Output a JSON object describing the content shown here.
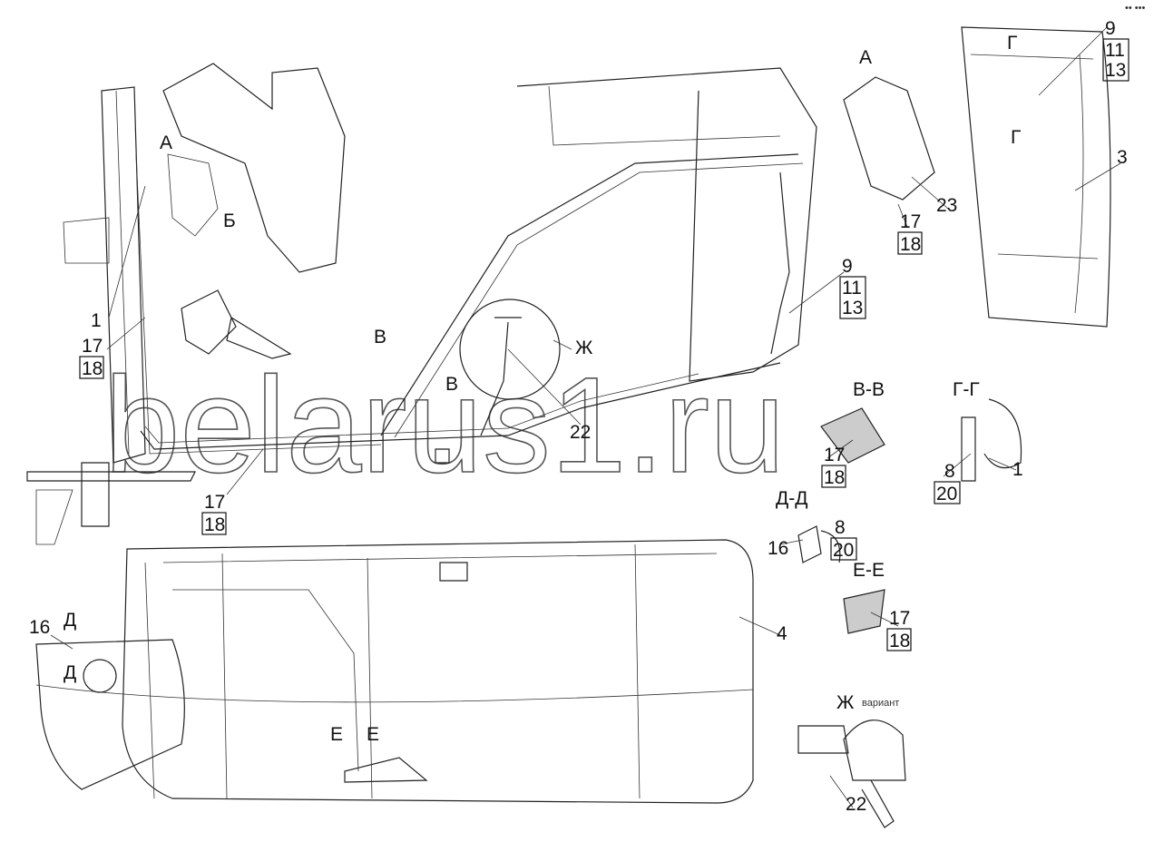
{
  "watermark": "belarus1.ru",
  "corner_mark": "•• •••",
  "views": {
    "a_main": "А",
    "a_detail": "А",
    "b": "Б",
    "v1": "В",
    "v2": "В",
    "zh": "Ж",
    "g1": "Г",
    "g2": "Г",
    "d1": "Д",
    "d2": "Д",
    "e1": "Е",
    "e2": "Е",
    "section_vv": "В-В",
    "section_gg": "Г-Г",
    "section_dd": "Д-Д",
    "section_ee": "Е-Е",
    "zh_variant": "Ж",
    "variant_word": "вариант"
  },
  "callouts": {
    "c1_left": "1",
    "c17_left": "17",
    "c18_left": "18",
    "c17_bottom": "17",
    "c18_bottom": "18",
    "c22_mid": "22",
    "c9_mid": "9",
    "c11_mid": "11",
    "c13_mid": "13",
    "c23": "23",
    "c17_a": "17",
    "c18_a": "18",
    "c9_tr": "9",
    "c11_tr": "11",
    "c13_tr": "13",
    "c3": "3",
    "c17_vv": "17",
    "c18_vv": "18",
    "c8_gg": "8",
    "c20_gg": "20",
    "c1_gg": "1",
    "c8_dd": "8",
    "c20_dd": "20",
    "c16_dd": "16",
    "c17_ee": "17",
    "c18_ee": "18",
    "c4": "4",
    "c16_left": "16",
    "c22_zh": "22"
  }
}
